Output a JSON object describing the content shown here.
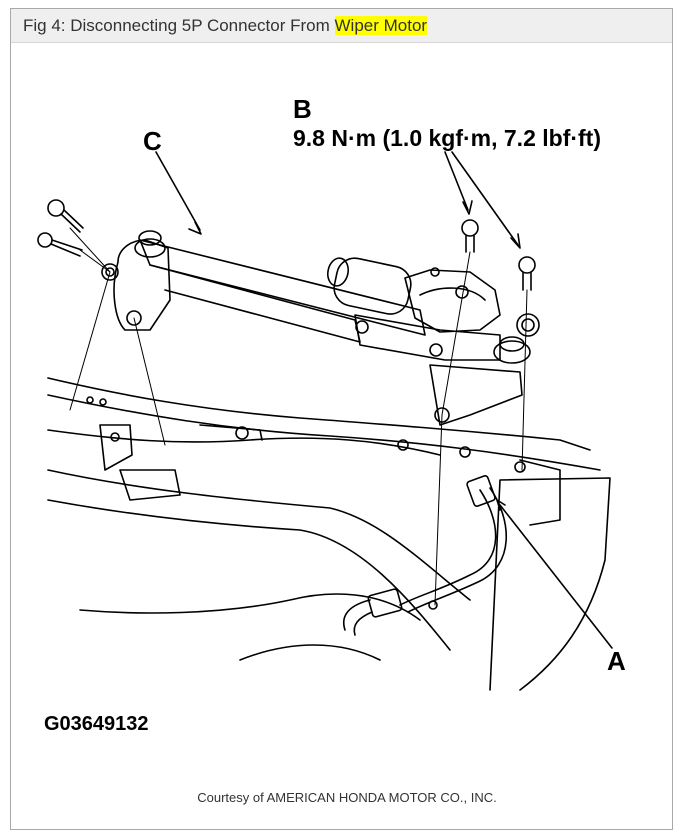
{
  "header": {
    "prefix": "Fig 4: Disconnecting 5P Connector From ",
    "highlight": "Wiper Motor",
    "highlight_color": "#ffff00"
  },
  "diagram": {
    "label_a": "A",
    "label_b": "B",
    "label_c": "C",
    "torque_spec": "9.8 N·m (1.0 kgf·m, 7.2 lbf·ft)",
    "figure_code": "G03649132"
  },
  "footer": {
    "credit": "Courtesy of AMERICAN HONDA MOTOR CO., INC."
  }
}
